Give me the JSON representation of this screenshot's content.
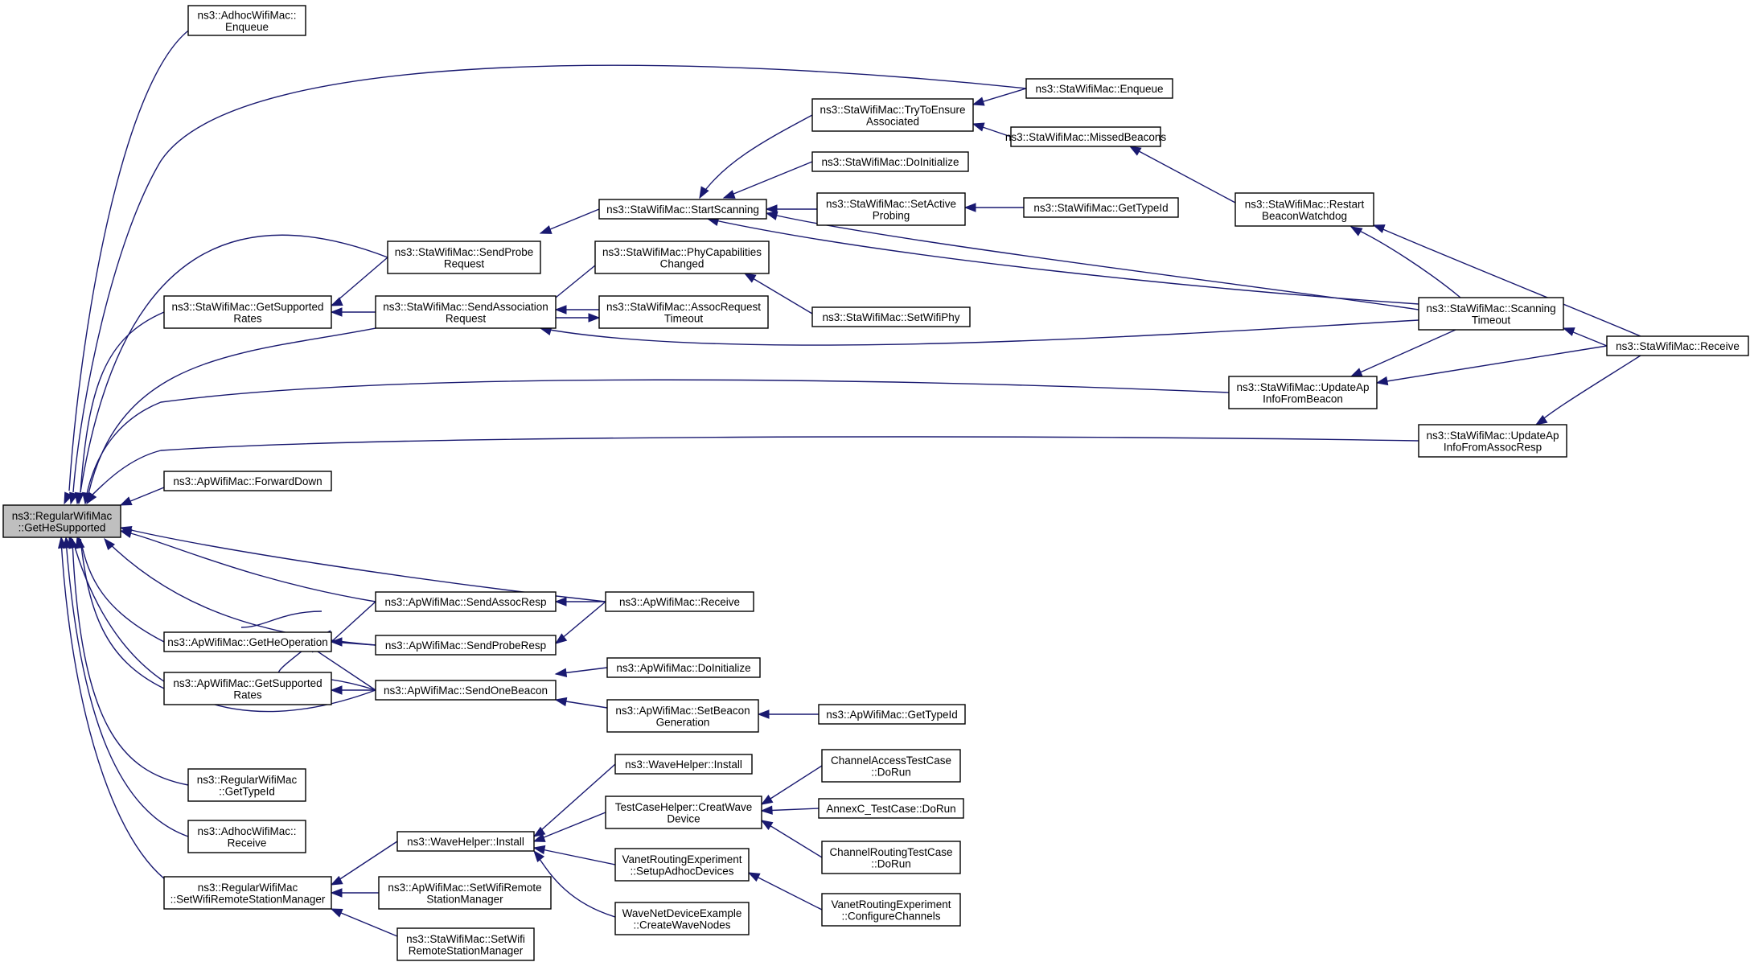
{
  "diagram": {
    "type": "call-graph",
    "colors": {
      "edge": "#191970",
      "root_fill": "#bfbfbf",
      "node_fill": "#ffffff",
      "node_border": "#000000"
    },
    "nodes": [
      {
        "id": "root",
        "lines": [
          "ns3::RegularWifiMac",
          "::GetHeSupported"
        ],
        "root": true
      },
      {
        "id": "adhoc_enqueue",
        "lines": [
          "ns3::AdhocWifiMac::",
          "Enqueue"
        ]
      },
      {
        "id": "sta_enqueue",
        "lines": [
          "ns3::StaWifiMac::Enqueue"
        ]
      },
      {
        "id": "sta_try",
        "lines": [
          "ns3::StaWifiMac::TryToEnsure",
          "Associated"
        ]
      },
      {
        "id": "sta_missed",
        "lines": [
          "ns3::StaWifiMac::MissedBeacons"
        ]
      },
      {
        "id": "sta_doinit",
        "lines": [
          "ns3::StaWifiMac::DoInitialize"
        ]
      },
      {
        "id": "sta_restart",
        "lines": [
          "ns3::StaWifiMac::Restart",
          "BeaconWatchdog"
        ]
      },
      {
        "id": "sta_startscan",
        "lines": [
          "ns3::StaWifiMac::StartScanning"
        ]
      },
      {
        "id": "sta_setactive",
        "lines": [
          "ns3::StaWifiMac::SetActive",
          "Probing"
        ]
      },
      {
        "id": "sta_gettypeid",
        "lines": [
          "ns3::StaWifiMac::GetTypeId"
        ]
      },
      {
        "id": "sta_sendprobe",
        "lines": [
          "ns3::StaWifiMac::SendProbe",
          "Request"
        ]
      },
      {
        "id": "sta_phycap",
        "lines": [
          "ns3::StaWifiMac::PhyCapabilities",
          "Changed"
        ]
      },
      {
        "id": "sta_getsup",
        "lines": [
          "ns3::StaWifiMac::GetSupported",
          "Rates"
        ]
      },
      {
        "id": "sta_sendassoc",
        "lines": [
          "ns3::StaWifiMac::SendAssociation",
          "Request"
        ]
      },
      {
        "id": "sta_assoctimeout",
        "lines": [
          "ns3::StaWifiMac::AssocRequest",
          "Timeout"
        ]
      },
      {
        "id": "sta_scantimeout",
        "lines": [
          "ns3::StaWifiMac::Scanning",
          "Timeout"
        ]
      },
      {
        "id": "sta_setwifiphy",
        "lines": [
          "ns3::StaWifiMac::SetWifiPhy"
        ]
      },
      {
        "id": "sta_receive",
        "lines": [
          "ns3::StaWifiMac::Receive"
        ]
      },
      {
        "id": "sta_updbeacon",
        "lines": [
          "ns3::StaWifiMac::UpdateAp",
          "InfoFromBeacon"
        ]
      },
      {
        "id": "sta_updassoc",
        "lines": [
          "ns3::StaWifiMac::UpdateAp",
          "InfoFromAssocResp"
        ]
      },
      {
        "id": "ap_fwddown",
        "lines": [
          "ns3::ApWifiMac::ForwardDown"
        ]
      },
      {
        "id": "ap_sendassocresp",
        "lines": [
          "ns3::ApWifiMac::SendAssocResp"
        ]
      },
      {
        "id": "ap_receive",
        "lines": [
          "ns3::ApWifiMac::Receive"
        ]
      },
      {
        "id": "ap_getheop",
        "lines": [
          "ns3::ApWifiMac::GetHeOperation"
        ]
      },
      {
        "id": "ap_sendproberesp",
        "lines": [
          "ns3::ApWifiMac::SendProbeResp"
        ]
      },
      {
        "id": "ap_doinit",
        "lines": [
          "ns3::ApWifiMac::DoInitialize"
        ]
      },
      {
        "id": "ap_getsup",
        "lines": [
          "ns3::ApWifiMac::GetSupported",
          "Rates"
        ]
      },
      {
        "id": "ap_sendonebeacon",
        "lines": [
          "ns3::ApWifiMac::SendOneBeacon"
        ]
      },
      {
        "id": "ap_setbeacongen",
        "lines": [
          "ns3::ApWifiMac::SetBeacon",
          "Generation"
        ]
      },
      {
        "id": "ap_gettypeid",
        "lines": [
          "ns3::ApWifiMac::GetTypeId"
        ]
      },
      {
        "id": "wave_install_a",
        "lines": [
          "ns3::WaveHelper::Install"
        ]
      },
      {
        "id": "chaccess_dorun",
        "lines": [
          "ChannelAccessTestCase",
          "::DoRun"
        ]
      },
      {
        "id": "testcase_creat",
        "lines": [
          "TestCaseHelper::CreatWave",
          "Device"
        ]
      },
      {
        "id": "annexc_dorun",
        "lines": [
          "AnnexC_TestCase::DoRun"
        ]
      },
      {
        "id": "reg_gettypeid",
        "lines": [
          "ns3::RegularWifiMac",
          "::GetTypeId"
        ]
      },
      {
        "id": "chrouting_dorun",
        "lines": [
          "ChannelRoutingTestCase",
          "::DoRun"
        ]
      },
      {
        "id": "adhoc_receive",
        "lines": [
          "ns3::AdhocWifiMac::",
          "Receive"
        ]
      },
      {
        "id": "wave_install_b",
        "lines": [
          "ns3::WaveHelper::Install"
        ]
      },
      {
        "id": "vanet_setup",
        "lines": [
          "VanetRoutingExperiment",
          "::SetupAdhocDevices"
        ]
      },
      {
        "id": "reg_setremote",
        "lines": [
          "ns3::RegularWifiMac",
          "::SetWifiRemoteStationManager"
        ]
      },
      {
        "id": "ap_setremote",
        "lines": [
          "ns3::ApWifiMac::SetWifiRemote",
          "StationManager"
        ]
      },
      {
        "id": "vanet_config",
        "lines": [
          "VanetRoutingExperiment",
          "::ConfigureChannels"
        ]
      },
      {
        "id": "wavenet_create",
        "lines": [
          "WaveNetDeviceExample",
          "::CreateWaveNodes"
        ]
      },
      {
        "id": "sta_setremote",
        "lines": [
          "ns3::StaWifiMac::SetWifi",
          "RemoteStationManager"
        ]
      }
    ]
  }
}
